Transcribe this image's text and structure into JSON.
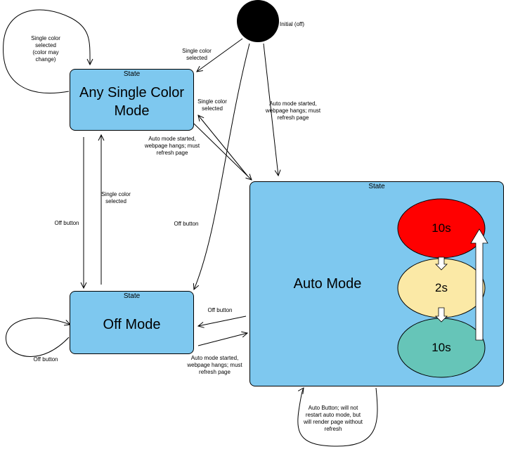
{
  "initial": {
    "label": "Initial (off)"
  },
  "states": {
    "single": {
      "header": "State",
      "name_line1": "Any Single Color",
      "name_line2": "Mode"
    },
    "off": {
      "header": "State",
      "name": "Off Mode"
    },
    "auto": {
      "header": "State",
      "name": "Auto Mode"
    }
  },
  "auto_cycle": [
    {
      "label": "10s",
      "color": "#ff0000"
    },
    {
      "label": "2s",
      "color": "#fbe9a6"
    },
    {
      "label": "10s",
      "color": "#66c5b8"
    }
  ],
  "transitions": {
    "single_self": [
      "Single color",
      "selected",
      "(color may",
      "change)"
    ],
    "initial_to_single": [
      "Single color",
      "selected"
    ],
    "auto_to_single": [
      "Single color",
      "selected"
    ],
    "single_to_auto": [
      "Auto mode started,",
      "webpage hangs; must",
      "refresh page"
    ],
    "initial_to_auto": [
      "Auto mode started,",
      "webpage hangs; must",
      "refresh page"
    ],
    "off_to_single": [
      "Single color",
      "selected"
    ],
    "single_to_off": [
      "Off button"
    ],
    "initial_to_off": [
      "Off button"
    ],
    "auto_to_off": [
      "Off button"
    ],
    "off_to_auto": [
      "Auto mode started,",
      "webpage hangs; must",
      "refresh page"
    ],
    "off_self": [
      "Off button"
    ],
    "auto_self": [
      "Auto Button; will not",
      "restart auto mode, but",
      "will render page without",
      "refresh"
    ]
  }
}
